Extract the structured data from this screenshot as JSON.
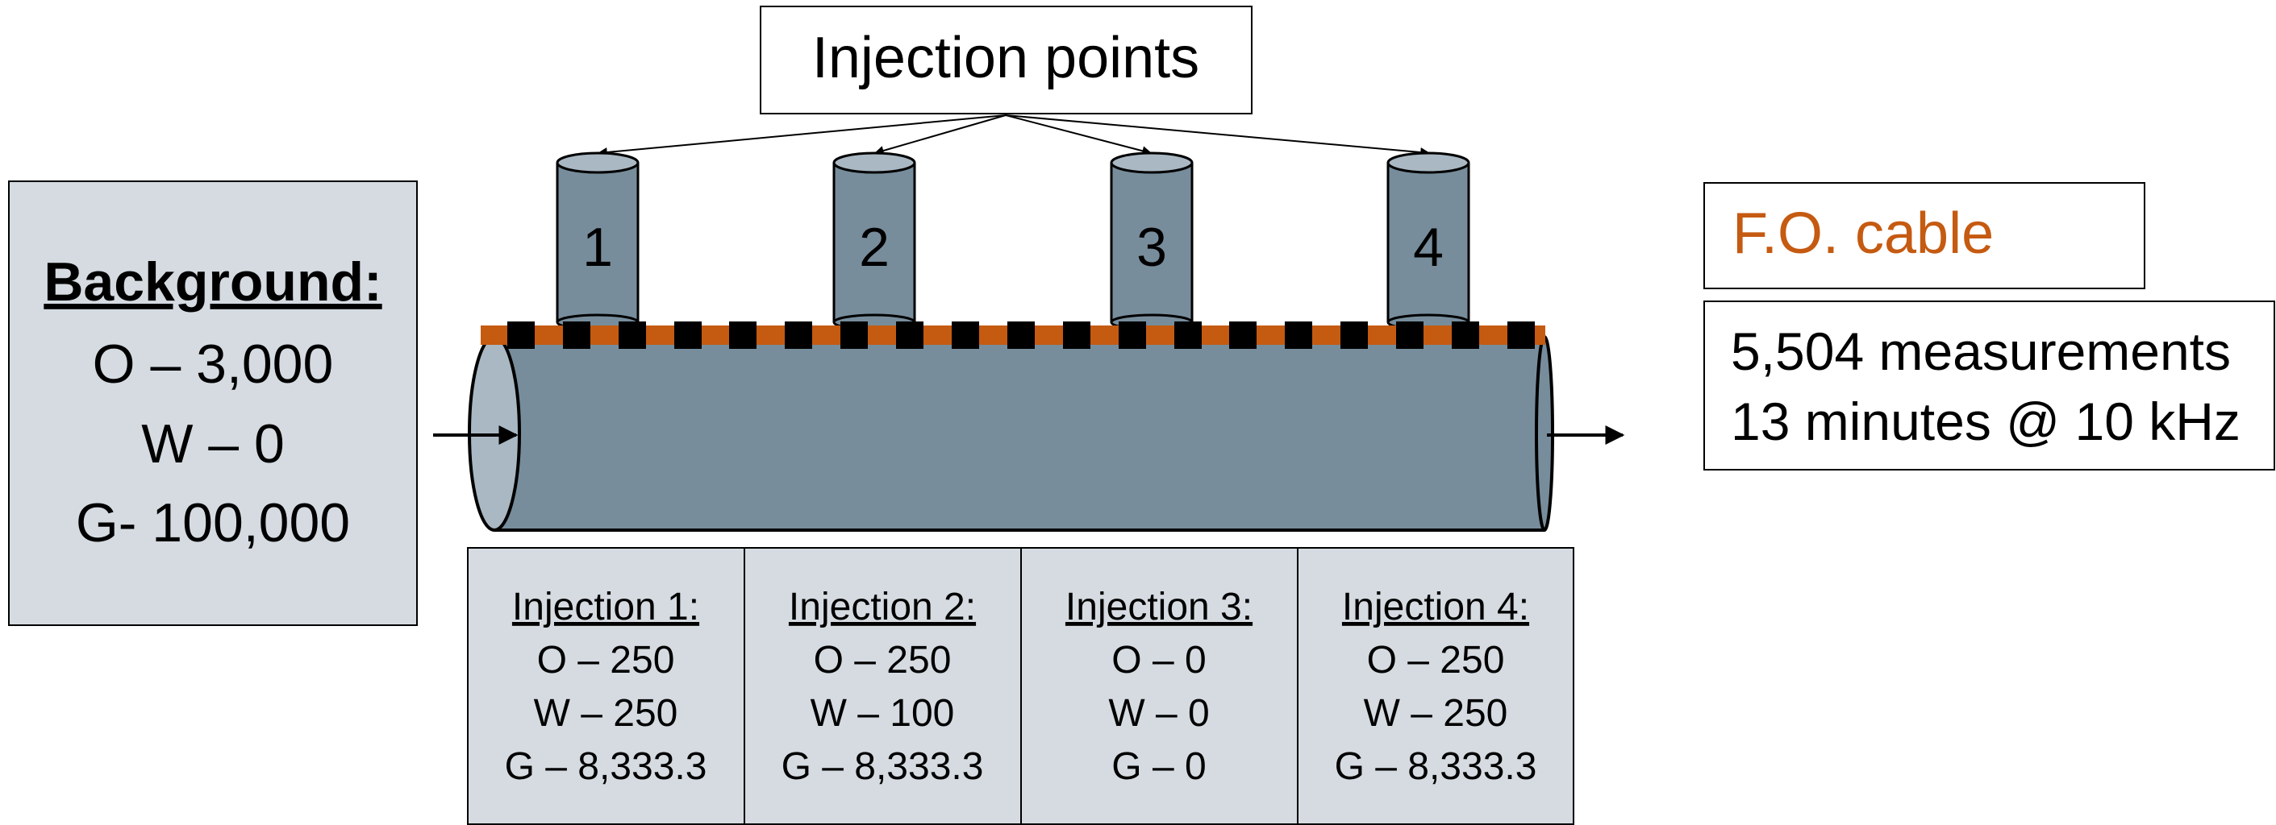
{
  "header": {
    "title": "Injection points"
  },
  "colors": {
    "pipe": "#778d9c",
    "pipe_end": "#a9b8c3",
    "panel": "#d5dbe1",
    "cable": "#c55a11",
    "marker": "#000000"
  },
  "background": {
    "title": "Background:",
    "lines": [
      "O – 3,000",
      "W – 0",
      "G- 100,000"
    ]
  },
  "injection_points": [
    {
      "label": "1"
    },
    {
      "label": "2"
    },
    {
      "label": "3"
    },
    {
      "label": "4"
    }
  ],
  "cable": {
    "title": "F.O. cable",
    "lines": [
      "5,504 measurements",
      "13 minutes @ 10 kHz"
    ]
  },
  "injections": [
    {
      "title": "Injection 1:",
      "lines": [
        "O – 250",
        "W – 250",
        "G – 8,333.3"
      ]
    },
    {
      "title": "Injection 2:",
      "lines": [
        "O – 250",
        "W – 100",
        "G – 8,333.3"
      ]
    },
    {
      "title": "Injection 3:",
      "lines": [
        "O – 0",
        "W – 0",
        "G – 0"
      ]
    },
    {
      "title": "Injection 4:",
      "lines": [
        "O – 250",
        "W – 250",
        "G – 8,333.3"
      ]
    }
  ]
}
